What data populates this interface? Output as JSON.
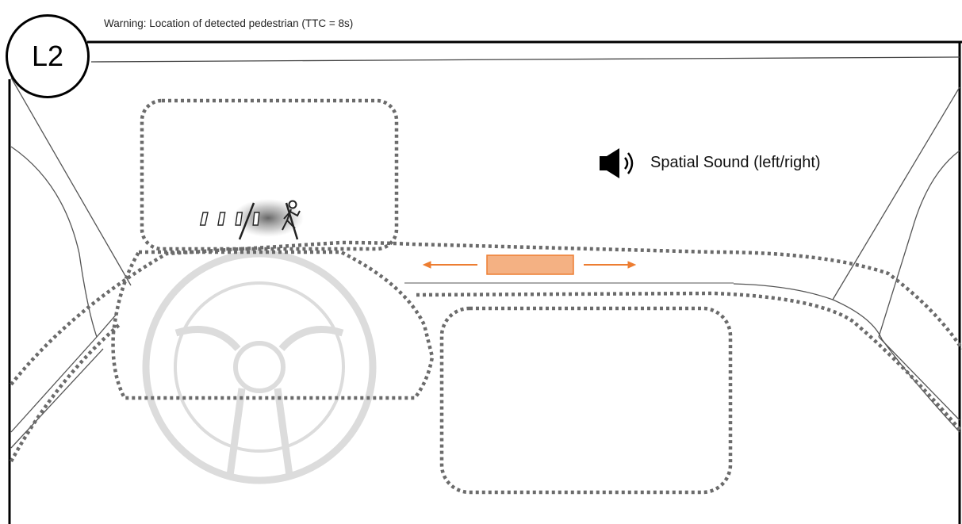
{
  "caption": "Warning: Location of detected pedestrian (TTC = 8s)",
  "level_badge": "L2",
  "sound_label": "Spatial Sound (left/right)",
  "icons": {
    "speaker": "speaker-icon",
    "pedestrian_crossing": "pedestrian-crossing-icon",
    "steering_wheel": "steering-wheel-icon"
  },
  "colors": {
    "accent": "#f4b183",
    "accent_border": "#ed7d31",
    "arrow": "#ed7d31",
    "dotted_zone": "#6b6b6b",
    "steering_wheel": "#dcdcdc"
  }
}
